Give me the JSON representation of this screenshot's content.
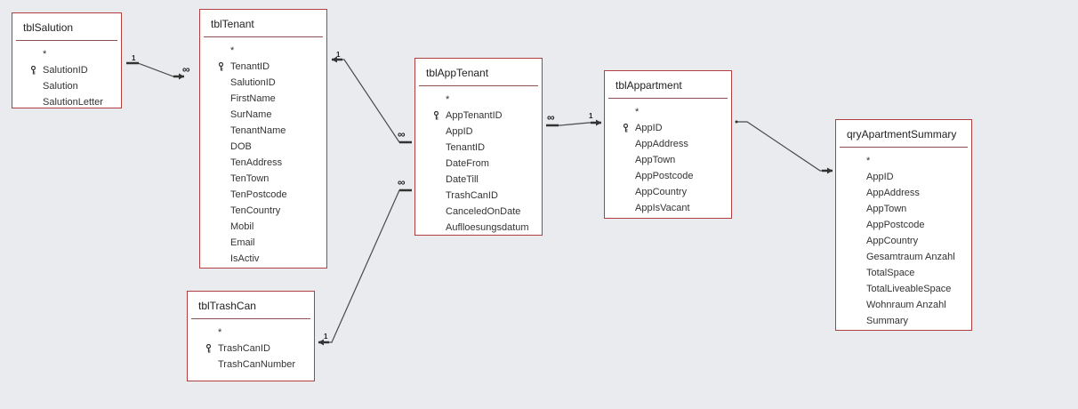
{
  "colors": {
    "background": "#e9ebee",
    "table_border": "#b04040",
    "line": "#4a4a4a"
  },
  "tables": [
    {
      "id": "tblSalution",
      "name": "tblSalution",
      "fields": [
        {
          "name": "*",
          "key": false
        },
        {
          "name": "SalutionID",
          "key": true
        },
        {
          "name": "Salution",
          "key": false
        },
        {
          "name": "SalutionLetter",
          "key": false
        }
      ]
    },
    {
      "id": "tblTenant",
      "name": "tblTenant",
      "fields": [
        {
          "name": "*",
          "key": false
        },
        {
          "name": "TenantID",
          "key": true
        },
        {
          "name": "SalutionID",
          "key": false
        },
        {
          "name": "FirstName",
          "key": false
        },
        {
          "name": "SurName",
          "key": false
        },
        {
          "name": "TenantName",
          "key": false
        },
        {
          "name": "DOB",
          "key": false
        },
        {
          "name": "TenAddress",
          "key": false
        },
        {
          "name": "TenTown",
          "key": false
        },
        {
          "name": "TenPostcode",
          "key": false
        },
        {
          "name": "TenCountry",
          "key": false
        },
        {
          "name": "Mobil",
          "key": false
        },
        {
          "name": "Email",
          "key": false
        },
        {
          "name": "IsActiv",
          "key": false
        }
      ]
    },
    {
      "id": "tblAppTenant",
      "name": "tblAppTenant",
      "fields": [
        {
          "name": "*",
          "key": false
        },
        {
          "name": "AppTenantID",
          "key": true
        },
        {
          "name": "AppID",
          "key": false
        },
        {
          "name": "TenantID",
          "key": false
        },
        {
          "name": "DateFrom",
          "key": false
        },
        {
          "name": "DateTill",
          "key": false
        },
        {
          "name": "TrashCanID",
          "key": false
        },
        {
          "name": "CanceledOnDate",
          "key": false
        },
        {
          "name": "Auflloesungsdatum",
          "key": false
        }
      ]
    },
    {
      "id": "tblAppartment",
      "name": "tblAppartment",
      "fields": [
        {
          "name": "*",
          "key": false
        },
        {
          "name": "AppID",
          "key": true
        },
        {
          "name": "AppAddress",
          "key": false
        },
        {
          "name": "AppTown",
          "key": false
        },
        {
          "name": "AppPostcode",
          "key": false
        },
        {
          "name": "AppCountry",
          "key": false
        },
        {
          "name": "AppIsVacant",
          "key": false
        }
      ]
    },
    {
      "id": "tblTrashCan",
      "name": "tblTrashCan",
      "fields": [
        {
          "name": "*",
          "key": false
        },
        {
          "name": "TrashCanID",
          "key": true
        },
        {
          "name": "TrashCanNumber",
          "key": false
        }
      ]
    },
    {
      "id": "qryApartmentSummary",
      "name": "qryApartmentSummary",
      "fields": [
        {
          "name": "*",
          "key": false
        },
        {
          "name": "AppID",
          "key": false
        },
        {
          "name": "AppAddress",
          "key": false
        },
        {
          "name": "AppTown",
          "key": false
        },
        {
          "name": "AppPostcode",
          "key": false
        },
        {
          "name": "AppCountry",
          "key": false
        },
        {
          "name": "Gesamtraum Anzahl",
          "key": false
        },
        {
          "name": "TotalSpace",
          "key": false
        },
        {
          "name": "TotalLiveableSpace",
          "key": false
        },
        {
          "name": "Wohnraum Anzahl",
          "key": false
        },
        {
          "name": "Summary",
          "key": false
        }
      ]
    }
  ],
  "relationships": [
    {
      "name": "tenant-salution",
      "one_label": "1",
      "many_label": "∞"
    },
    {
      "name": "apptenant-tenant",
      "one_label": "1",
      "many_label": "∞"
    },
    {
      "name": "apptenant-appartment",
      "one_label": "1",
      "many_label": "∞"
    },
    {
      "name": "apptenant-trashcan",
      "one_label": "1",
      "many_label": "∞"
    },
    {
      "name": "appartment-summary"
    }
  ]
}
